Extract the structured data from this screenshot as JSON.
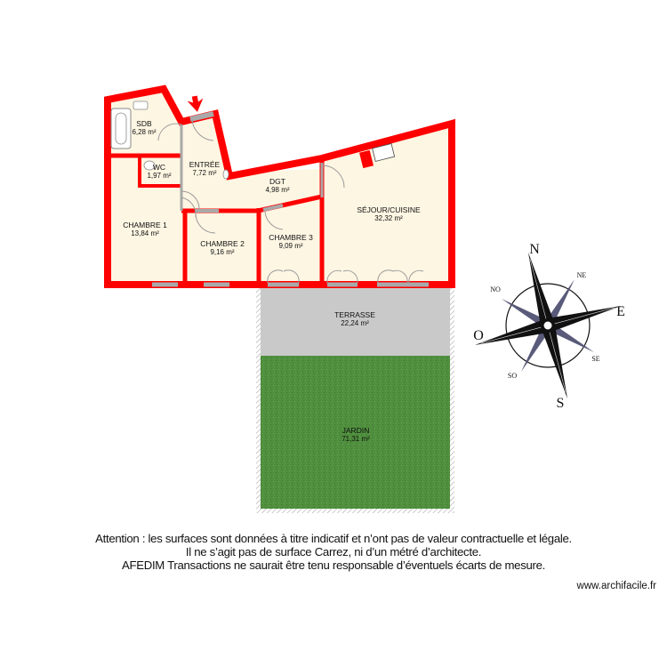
{
  "plan": {
    "colors": {
      "wall": "#ff0000",
      "floor": "#fdf6e3",
      "terrace": "#c8c8c8",
      "garden": "#4a8c3a",
      "partition": "#a9a9a9",
      "door_arc": "#9a9a9a"
    },
    "rooms": [
      {
        "id": "sdb",
        "name": "SDB",
        "area": "6,28 m²"
      },
      {
        "id": "wc",
        "name": "WC",
        "area": "1,97 m²"
      },
      {
        "id": "entree",
        "name": "ENTRÉE",
        "area": "7,72 m²"
      },
      {
        "id": "dgt",
        "name": "DGT",
        "area": "4,98 m²"
      },
      {
        "id": "chambre1",
        "name": "CHAMBRE 1",
        "area": "13,84 m²"
      },
      {
        "id": "chambre2",
        "name": "CHAMBRE 2",
        "area": "9,16 m²"
      },
      {
        "id": "chambre3",
        "name": "CHAMBRE 3",
        "area": "9,09 m²"
      },
      {
        "id": "sejour",
        "name": "SÉJOUR/CUISINE",
        "area": "32,32 m²"
      },
      {
        "id": "terrasse",
        "name": "TERRASSE",
        "area": "22,24 m²"
      },
      {
        "id": "jardin",
        "name": "JARDIN",
        "area": "71,31 m²"
      }
    ],
    "entrance_marker": "arrow-down-icon"
  },
  "compass": {
    "N": "N",
    "S": "S",
    "E": "E",
    "O": "O",
    "NE": "NE",
    "NO": "NO",
    "SE": "SE",
    "SO": "SO"
  },
  "disclaimer": {
    "line1": "Attention : les surfaces sont données à titre indicatif et n’ont pas de valeur contractuelle et légale.",
    "line2": "Il ne s’agit pas de surface Carrez, ni d’un métré d’architecte.",
    "line3": "AFEDIM Transactions ne saurait être tenu responsable d’éventuels écarts de mesure."
  },
  "credit": "www.archifacile.fr"
}
